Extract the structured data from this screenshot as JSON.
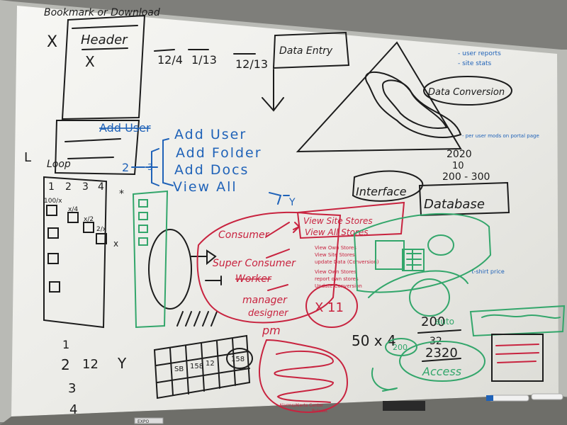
{
  "scene": {
    "colors": {
      "wall": "#7d7d79",
      "board": "#eeeeea",
      "frame": "#b9bab5",
      "black": "#1c1c1c",
      "blue": "#1f62b8",
      "red": "#c8233f",
      "green": "#33a66b",
      "tray": "#6e6e69"
    }
  },
  "board": {
    "top_left": {
      "title": "Bookmark or Download",
      "x_mark": "X",
      "header": "Header",
      "header_x": "X",
      "fractions": [
        "12/4",
        "1/13",
        "12/13"
      ],
      "l_label": "L",
      "loop": "Loop"
    },
    "data_entry": {
      "label": "Data Entry"
    },
    "data_conversion": {
      "label": "Data Conversion"
    },
    "notes_blue": {
      "user_reports": "- user reports",
      "site_stats": "- site stats",
      "per_user_mods": "- per user mods on portal page",
      "tshirt_price": "- t-shirt price"
    },
    "actions": {
      "num_2": "2",
      "num_3": "3",
      "lines": [
        "Add User",
        "Add Folder",
        "Add Docs",
        "View All"
      ],
      "arrow_y": "Y",
      "heading_scratch": "Add User"
    },
    "numbers": {
      "n2020": "2020",
      "n10": "10",
      "range": "200 - 300"
    },
    "interface": {
      "label": "Interface"
    },
    "database": {
      "label": "Database"
    },
    "roles": {
      "consumer": "Consumer",
      "super_consumer": "Super Consumer",
      "worker": "Worker",
      "manager": "manager",
      "designer": "designer",
      "view_site_stores": "View Site Stores",
      "view_all_stores": "View All Stores",
      "small_notes": [
        "View Own Stores",
        "View Site Stores",
        "update Data (Conversion)",
        "View Own Stores",
        "report own stores",
        "Update Conversion"
      ]
    },
    "grid": {
      "cols": [
        "1",
        "2",
        "3",
        "4"
      ],
      "fractions": [
        "100/x",
        "x/4",
        "x/2",
        "2/x"
      ],
      "x_mark": "x",
      "star": "*"
    },
    "bottom_left": {
      "digits": [
        "1",
        "2",
        "3",
        "4"
      ],
      "n12": "12",
      "y_mark": "Y",
      "table_cells": [
        "SB",
        "158",
        "12"
      ],
      "circled": "158"
    },
    "pm_area": {
      "pm": "pm",
      "circled_n": "X 11",
      "small": "Alarms/Alerts Center",
      "small2": "Ruleset"
    },
    "calc": {
      "n50x4": "50 x 4",
      "n200": "200",
      "auto": "auto",
      "n32": "32",
      "n2320": "2320",
      "circled200": "200",
      "access": "Access"
    },
    "markers": {
      "label": "EXPO"
    }
  }
}
